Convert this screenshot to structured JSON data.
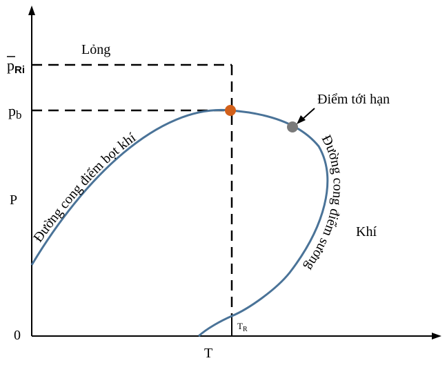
{
  "labels": {
    "liquid_region": "Lỏng",
    "gas_region": "Khí",
    "p_ri_main": "p",
    "p_ri_sub": "Ri",
    "p_b_main": "p",
    "p_b_sub": "b",
    "y_axis": "P",
    "x_axis": "T",
    "origin": "0",
    "t_r_main": "T",
    "t_r_sub": "R",
    "critical_point": "Điểm tới hạn",
    "bubble_curve": "Đường cong điểm bọt khí",
    "dew_curve": "Đường cong điểm sương"
  },
  "colors": {
    "curve": "#4a7398",
    "bubble_marker": "#d2601a",
    "critical_marker": "#7a7a7a",
    "axis": "#000000"
  }
}
